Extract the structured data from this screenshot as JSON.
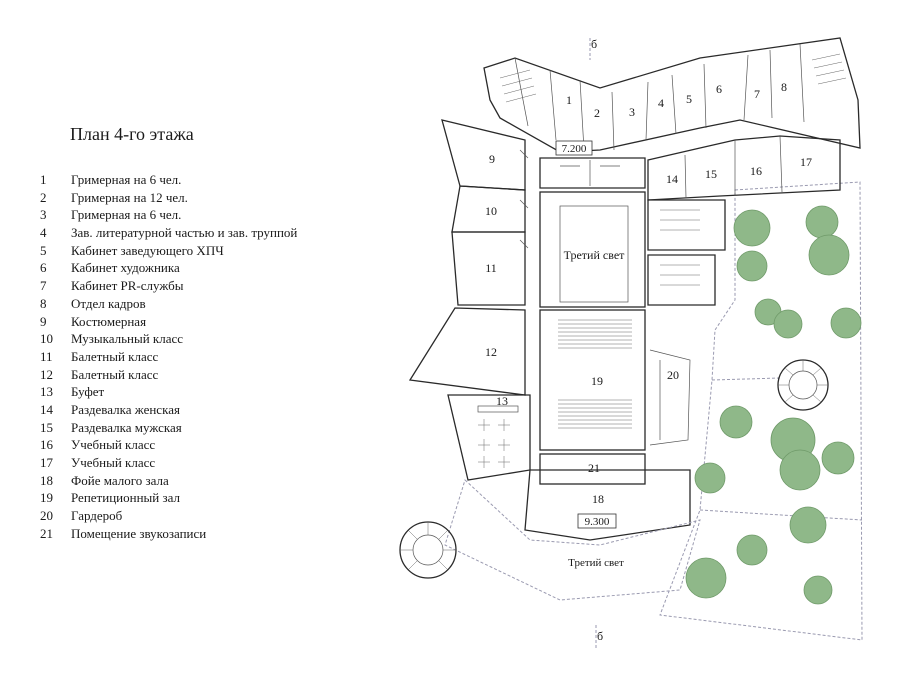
{
  "title": "План 4-го этажа",
  "legend": [
    {
      "num": "1",
      "label": "Гримерная на 6 чел."
    },
    {
      "num": "2",
      "label": "Гримерная на 12 чел."
    },
    {
      "num": "3",
      "label": "Гримерная на 6 чел."
    },
    {
      "num": "4",
      "label": "Зав. литературной частью и зав. труппой"
    },
    {
      "num": "5",
      "label": "Кабинет заведующего ХПЧ"
    },
    {
      "num": "6",
      "label": "Кабинет художника"
    },
    {
      "num": "7",
      "label": "Кабинет PR-службы"
    },
    {
      "num": "8",
      "label": "Отдел кадров"
    },
    {
      "num": "9",
      "label": "Костюмерная"
    },
    {
      "num": "10",
      "label": "Музыкальный класс"
    },
    {
      "num": "11",
      "label": "Балетный класс"
    },
    {
      "num": "12",
      "label": "Балетный класс"
    },
    {
      "num": "13",
      "label": "Буфет"
    },
    {
      "num": "14",
      "label": "Раздевалка женская"
    },
    {
      "num": "15",
      "label": "Раздевалка мужская"
    },
    {
      "num": "16",
      "label": "Учебный класс"
    },
    {
      "num": "17",
      "label": "Учебный класс"
    },
    {
      "num": "18",
      "label": "Фойе малого зала"
    },
    {
      "num": "19",
      "label": "Репетиционный зал"
    },
    {
      "num": "20",
      "label": "Гардероб"
    },
    {
      "num": "21",
      "label": "Помещение звукозаписи"
    }
  ],
  "plan": {
    "light_well_label": "Третий свет",
    "light_well_lower_label": "Третий свет",
    "elevation_upper": "7.200",
    "elevation_lower": "9.300",
    "section_mark": "б",
    "tree_color": "#8fb889"
  }
}
